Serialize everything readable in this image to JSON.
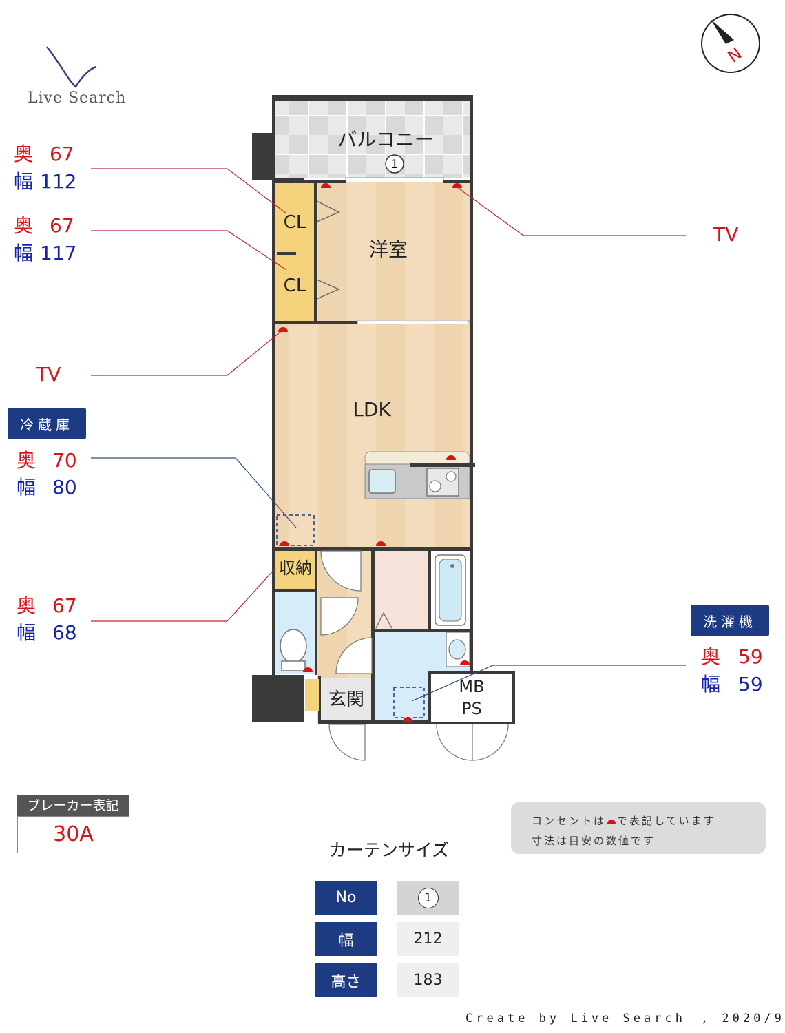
{
  "logo": {
    "text": "Live Search"
  },
  "compass": {
    "label": "N",
    "icon": "compass-icon"
  },
  "rooms": {
    "balcony": "バルコニー",
    "balcony_window_no": "1",
    "closet1": "CL",
    "closet2": "CL",
    "western_room": "洋室",
    "ldk": "LDK",
    "storage": "収納",
    "entrance": "玄関",
    "mb": "MB",
    "ps": "PS"
  },
  "callouts": {
    "closet_top": {
      "depth_label": "奥",
      "depth": "67",
      "width_label": "幅",
      "width": "112"
    },
    "closet_bottom": {
      "depth_label": "奥",
      "depth": "67",
      "width_label": "幅",
      "width": "117"
    },
    "tv_left": "TV",
    "tv_right": "TV",
    "fridge": {
      "title": "冷蔵庫",
      "depth_label": "奥",
      "depth": "70",
      "width_label": "幅",
      "width": "80"
    },
    "storage": {
      "depth_label": "奥",
      "depth": "67",
      "width_label": "幅",
      "width": "68"
    },
    "washer": {
      "title": "洗濯機",
      "depth_label": "奥",
      "depth": "59",
      "width_label": "幅",
      "width": "59"
    }
  },
  "breaker": {
    "label": "ブレーカー表記",
    "value": "30A"
  },
  "notes": {
    "line1_before": "コンセントは",
    "line1_after": "で表記しています",
    "line2": "寸法は目安の数値です"
  },
  "curtain": {
    "title": "カーテンサイズ",
    "rows": [
      {
        "header": "No",
        "value": "1"
      },
      {
        "header": "幅",
        "value": "212"
      },
      {
        "header": "高さ",
        "value": "183"
      }
    ]
  },
  "credit": "Create by Live Search　, 2020/9",
  "colors": {
    "outlet": "#d8141a",
    "depth": "#d8141a",
    "width": "#1524a8",
    "badge": "#1d3b82",
    "wall": "#3a3a3a"
  }
}
